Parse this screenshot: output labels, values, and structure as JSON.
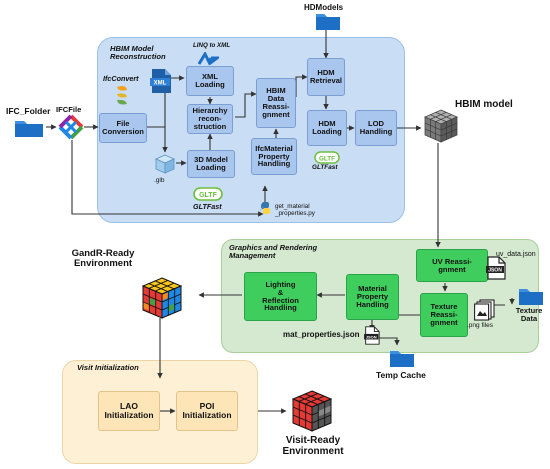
{
  "diagram": {
    "hbim_section": {
      "title": "HBIM Model\nReconstruction"
    },
    "graphics_section": {
      "title": "Graphics and Rendering\nManagement"
    },
    "visit_section": {
      "title": "Visit Initialization"
    },
    "boxes": {
      "file_conversion": "File\nConversion",
      "xml_loading": "XML\nLoading",
      "hierarchy_reconstruction": "Hierarchy\nrecon-\nstruction",
      "model_3d_loading": "3D Model\nLoading",
      "hbim_data_reassignment": "HBIM\nData\nReassi-\ngnment",
      "ifcmaterial_property_handling": "IfcMaterial\nProperty\nHandling",
      "hdm_retrieval": "HDM\nRetrieval",
      "hdm_loading": "HDM\nLoading",
      "lod_handling": "LOD\nHandling",
      "uv_reassignment": "UV Reassi-\ngnment",
      "texture_reassignment": "Texture\nReassi-\ngnment",
      "material_property_handling": "Material\nProperty\nHandling",
      "lighting_reflection_handling": "Lighting\n&\nReflection\nHandling",
      "lao_initialization": "LAO\nInitialization",
      "poi_initialization": "POI\nInitialization"
    },
    "labels": {
      "ifc_folder": "IFC_Folder",
      "ifc_file": "IFCFile",
      "ifcconvert": "IfcConvert",
      "linq_to_xml": "LINQ to XML",
      "glb": ".glb",
      "gltfast_1": "GLTFast",
      "gltfast_2": "GLTFast",
      "get_material_properties": "get_material\n_properties.py",
      "hdmodels": "HDModels",
      "hbim_model": "HBIM model",
      "uv_data_json": "uv_data.json",
      "png_files": ".png files",
      "texture_data": "Texture\nData",
      "mat_properties_json": "mat_properties.json",
      "temp_cache": "Temp Cache",
      "gandr_ready_environment": "GandR-Ready\nEnvironment",
      "visit_ready_environment": "Visit-Ready\nEnvironment",
      "xml_badge": "XML",
      "gltf_badge": "GLTF",
      "json_badge": "JSON"
    },
    "colors": {
      "hbim_panel": "#c9ddf5",
      "blue_box": "#a9c6ee",
      "graphics_panel": "#d5e8d0",
      "green_box": "#3fce5e",
      "visit_panel": "#fdf0d5",
      "orange_box": "#fde5b8",
      "folder": "#1d6fc6",
      "arrow": "#333333"
    },
    "icons": [
      "folder-icon",
      "ifc-logo-icon",
      "ifcconvert-logo-icon",
      "xml-file-icon",
      "linq-logo-icon",
      "cube-icon",
      "gltf-logo-icon",
      "python-logo-icon",
      "voxel-model-icon",
      "json-file-icon",
      "png-files-icon",
      "rubik-cube-icon"
    ]
  }
}
